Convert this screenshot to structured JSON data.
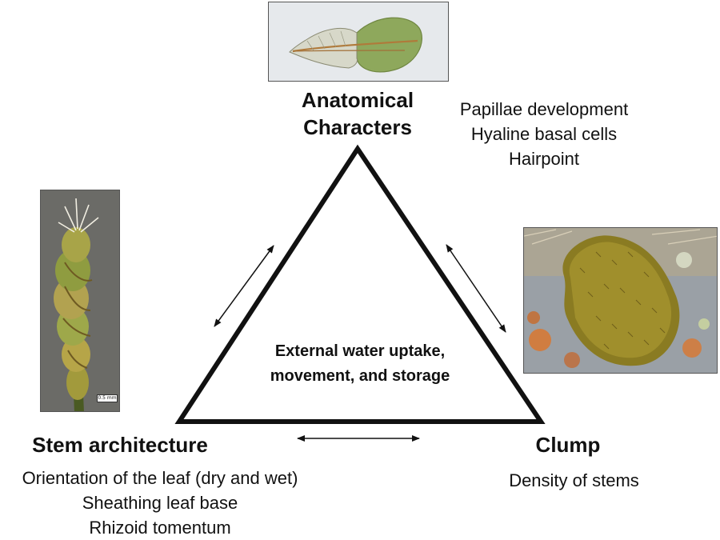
{
  "top": {
    "title_line1": "Anatomical",
    "title_line2": "Characters",
    "details": [
      "Papillae development",
      "Hyaline basal cells",
      "Hairpoint"
    ],
    "photo": "leaf-micrograph"
  },
  "left": {
    "title": "Stem architecture",
    "details": [
      "Orientation of the leaf (dry and wet)",
      "Sheathing leaf base",
      "Rhizoid tomentum"
    ],
    "photo": "moss-stem-closeup",
    "scale_label": "0.5 mm"
  },
  "right": {
    "title": "Clump",
    "details": [
      "Density of stems"
    ],
    "photo": "moss-cushion-on-rock"
  },
  "center": {
    "line1": "External water uptake,",
    "line2": "movement, and storage"
  },
  "colors": {
    "stroke": "#111111",
    "moss_green": "#8a8a2a",
    "leaf_green": "#7c9a4a",
    "lichen_orange": "#d9772f"
  }
}
